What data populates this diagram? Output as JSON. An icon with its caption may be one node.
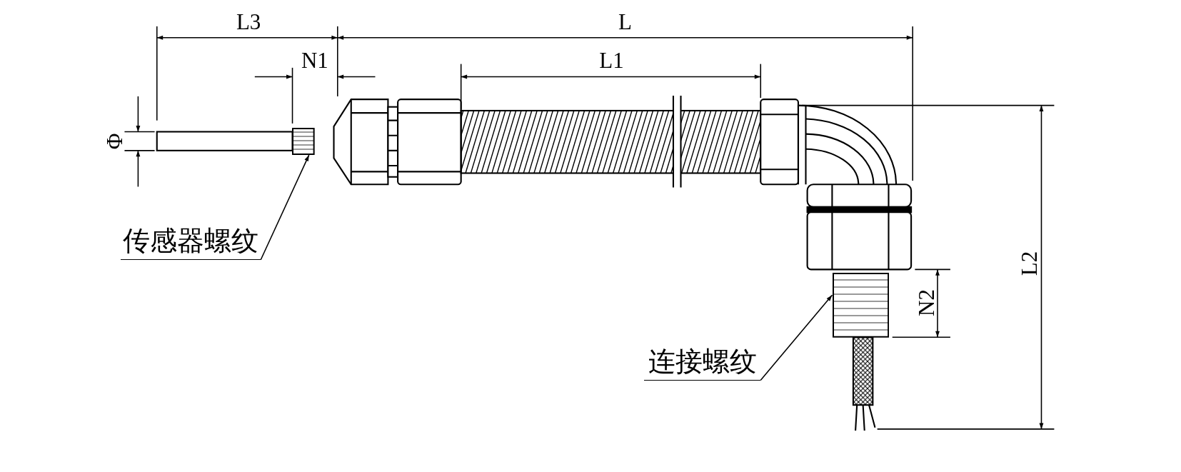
{
  "diagram": {
    "nodes": [
      {
        "text": [
          "传感器螺纹"
        ]
      },
      {
        "text": [],
        "shape": "picture"
      },
      {
        "text": [
          "连接螺纹"
        ]
      },
      {
        "text": [],
        "shape": "picture"
      }
    ],
    "edges": [
      {
        "from": 0,
        "to": 1,
        "arrow": "to"
      },
      {
        "from": 2,
        "to": 3,
        "arrow": "to"
      }
    ],
    "labels": [
      "L3",
      "L",
      "N1",
      "L1",
      "Φ",
      "L2",
      "N2"
    ]
  }
}
